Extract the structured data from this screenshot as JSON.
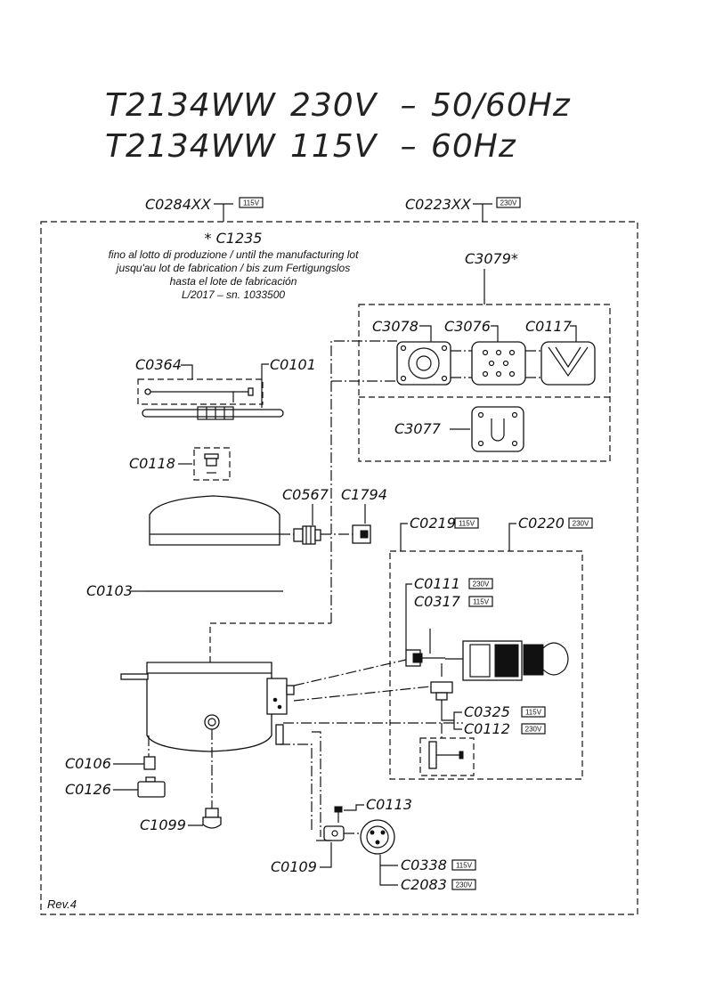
{
  "title": {
    "line1": {
      "model": "T2134WW",
      "voltage": "230V",
      "dash": "–",
      "freq": "50/60Hz"
    },
    "line2": {
      "model": "T2134WW",
      "voltage": "115V",
      "dash": "–",
      "freq": "60Hz"
    }
  },
  "kits": {
    "c0284xx": {
      "code": "C0284XX",
      "badge": "115V"
    },
    "c0223xx": {
      "code": "C0223XX",
      "badge": "230V"
    }
  },
  "note": {
    "code": "* C1235",
    "line1": "fino al lotto di produzione / until the manufacturing lot",
    "line2": "jusqu'au lot de fabrication / bis zum Fertigungslos",
    "line3": "hasta el lote de fabricación",
    "line4": "L/2017 – sn. 1033500"
  },
  "parts": {
    "c3079": "C3079*",
    "c3078": "C3078",
    "c3076": "C3076",
    "c0117": "C0117",
    "c3077": "C3077",
    "c0364": "C0364",
    "c0101": "C0101",
    "c0118": "C0118",
    "c0567": "C0567",
    "c1794": "C1794",
    "c0219": {
      "code": "C0219",
      "badge": "115V"
    },
    "c0220": {
      "code": "C0220",
      "badge": "230V"
    },
    "c0103": "C0103",
    "c0111": {
      "code": "C0111",
      "badge": "230V"
    },
    "c0317": {
      "code": "C0317",
      "badge": "115V"
    },
    "c0325": {
      "code": "C0325",
      "badge": "115V"
    },
    "c0112": {
      "code": "C0112",
      "badge": "230V"
    },
    "c0106": "C0106",
    "c0126": "C0126",
    "c1099": "C1099",
    "c0113": "C0113",
    "c0109": "C0109",
    "c0338": {
      "code": "C0338",
      "badge": "115V"
    },
    "c2083": {
      "code": "C2083",
      "badge": "230V"
    }
  },
  "revision": "Rev.4"
}
